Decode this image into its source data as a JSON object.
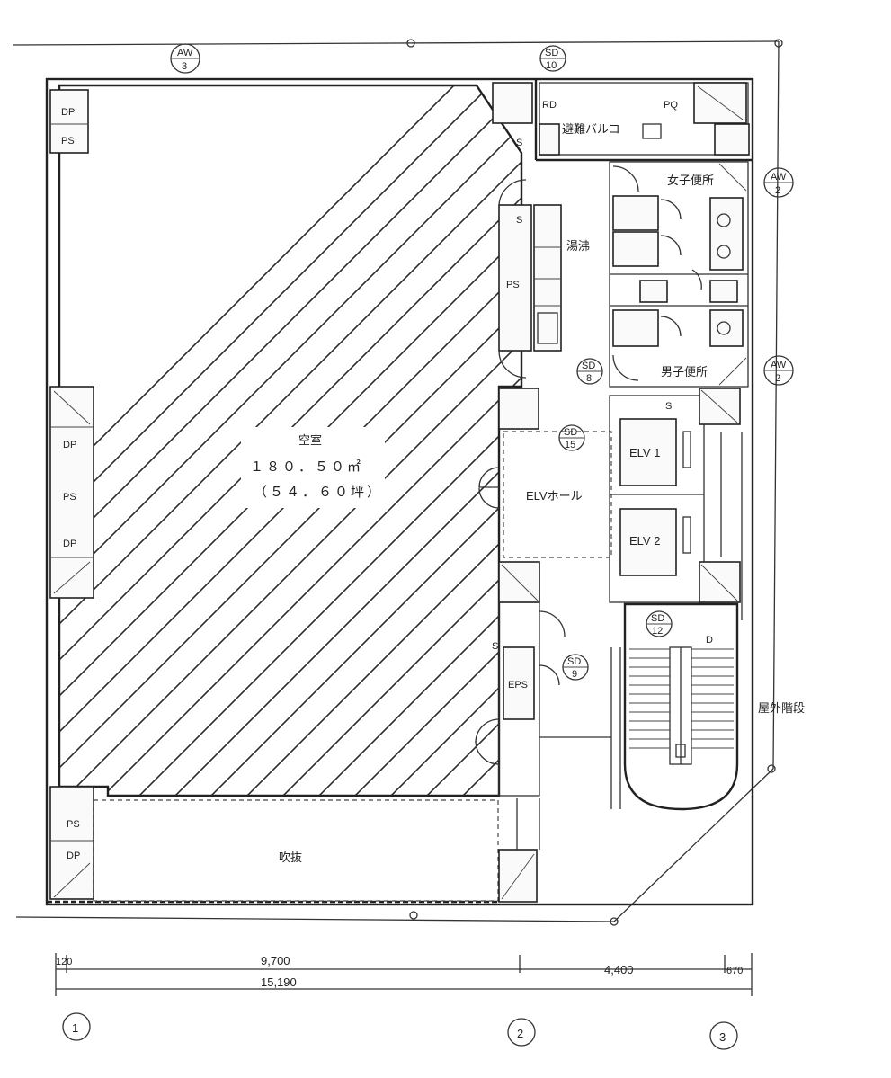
{
  "plan": {
    "vacant_room": {
      "label": "空室",
      "area_m2": "１８０．５０㎡",
      "area_tsubo": "（５４．６０坪）"
    },
    "rooms": {
      "balcony": "避難バルコ",
      "womens_toilet": "女子便所",
      "mens_toilet": "男子便所",
      "kitchenette": "湯沸",
      "elv_hall": "ELVホール",
      "elv1": "ELV 1",
      "elv2": "ELV 2",
      "ps": "PS",
      "eps": "EPS",
      "void": "吹抜",
      "outdoor_stairs": "屋外階段",
      "rd": "RD",
      "pq": "PQ",
      "dp": "DP",
      "d": "D",
      "s": "S"
    },
    "tags": {
      "aw3": [
        "AW",
        "3"
      ],
      "aw2_top": [
        "AW",
        "2"
      ],
      "aw2_mid": [
        "AW",
        "2"
      ],
      "sd10": [
        "SD",
        "10"
      ],
      "sd8": [
        "SD",
        "8"
      ],
      "sd15": [
        "SD",
        "15"
      ],
      "sd12": [
        "SD",
        "12"
      ],
      "sd9": [
        "SD",
        "9"
      ]
    },
    "dimensions": {
      "d1": "120",
      "d2": "9,700",
      "d3": "4,400",
      "d4": "670",
      "total": "15,190"
    },
    "grid_axes": [
      "1",
      "2",
      "3"
    ]
  }
}
